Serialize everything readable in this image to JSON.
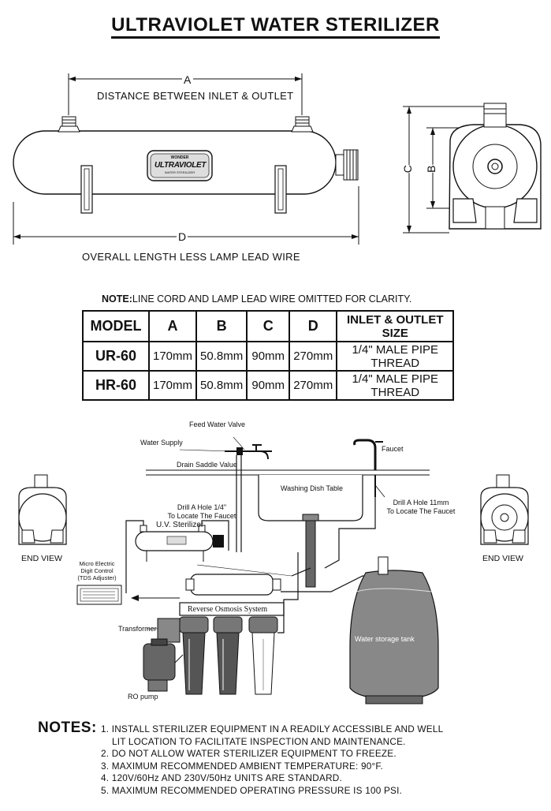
{
  "title": "ULTRAVIOLET WATER STERILIZER",
  "dimensions": {
    "a_label": "A",
    "a_caption": "DISTANCE BETWEEN INLET & OUTLET",
    "d_label": "D",
    "d_caption": "OVERALL LENGTH LESS LAMP LEAD WIRE",
    "b_label": "B",
    "c_label": "C"
  },
  "logo": {
    "brand": "WONDER",
    "name": "ULTRAVIOLET",
    "sub": "WATER STERILIZER"
  },
  "note": {
    "prefix": "NOTE:",
    "text": "LINE CORD AND LAMP LEAD WIRE OMITTED FOR CLARITY."
  },
  "table": {
    "headers": [
      "MODEL",
      "A",
      "B",
      "C",
      "D",
      "INLET & OUTLET SIZE"
    ],
    "rows": [
      [
        "UR-60",
        "170mm",
        "50.8mm",
        "90mm",
        "270mm",
        "1/4\" MALE PIPE THREAD"
      ],
      [
        "HR-60",
        "170mm",
        "50.8mm",
        "90mm",
        "270mm",
        "1/4\" MALE PIPE THREAD"
      ]
    ]
  },
  "diagram": {
    "feed_water_valve": "Feed  Water Valve",
    "water_supply": "Water Supply",
    "drain_saddle_valve": "Drain Saddle Value",
    "faucet": "Faucet",
    "washing_dish_table": "Washing Dish Table",
    "drill_hole_left_1": "Drill  A  Hole 1/4\"",
    "drill_hole_left_2": "To Locate The Faucet",
    "drill_hole_right_1": "Drill  A  Hole 11mm",
    "drill_hole_right_2": "To Locate The Faucet",
    "uv_sterilizer": "U.V. Sterilizer",
    "micro_electric_1": "Micro Electric",
    "micro_electric_2": "Digit Control",
    "micro_electric_3": "(TDS Adjuster)",
    "reverse_osmosis": "Reverse Osmosis System",
    "transformer": "Transformer",
    "water_storage_tank": "Water storage tank",
    "ro_pump": "RO pump",
    "end_view_left": "END VIEW",
    "end_view_right": "END VIEW"
  },
  "notes": {
    "heading": "NOTES:",
    "items": [
      "1. INSTALL STERILIZER EQUIPMENT IN A READILY ACCESSIBLE AND WELL",
      "LIT LOCATION TO FACILITATE INSPECTION AND MAINTENANCE.",
      "2. DO NOT ALLOW WATER STERILIZER EQUIPMENT TO FREEZE.",
      "3. MAXIMUM RECOMMENDED AMBIENT TEMPERATURE:  90°F.",
      "4. 120V/60Hz AND 230V/50Hz UNITS ARE STANDARD.",
      "5. MAXIMUM RECOMMENDED OPERATING PRESSURE IS 100 PSI."
    ]
  }
}
